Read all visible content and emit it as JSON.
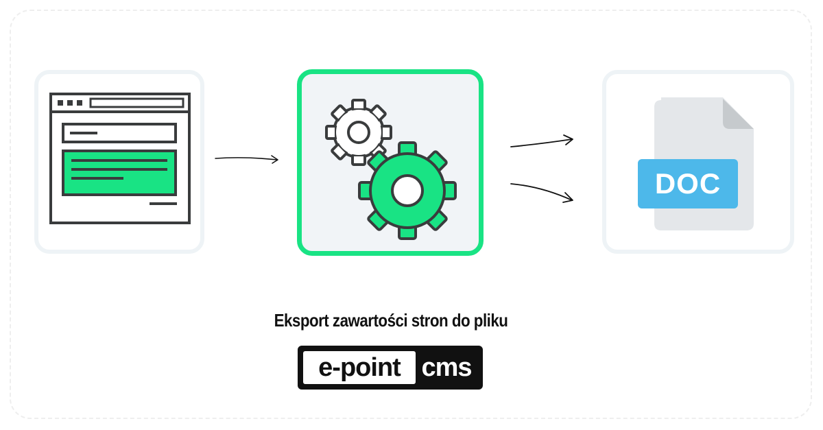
{
  "caption": "Eksport zawartości stron do pliku",
  "logo": {
    "left": "e-point",
    "right": "cms"
  },
  "doc_label": "DOC",
  "colors": {
    "accent": "#19e384",
    "dark": "#3a3c3d",
    "card_border": "#eef3f6",
    "doc_page": "#e4e7ea",
    "doc_fold": "#c6cacd",
    "doc_badge": "#4db8ea"
  }
}
